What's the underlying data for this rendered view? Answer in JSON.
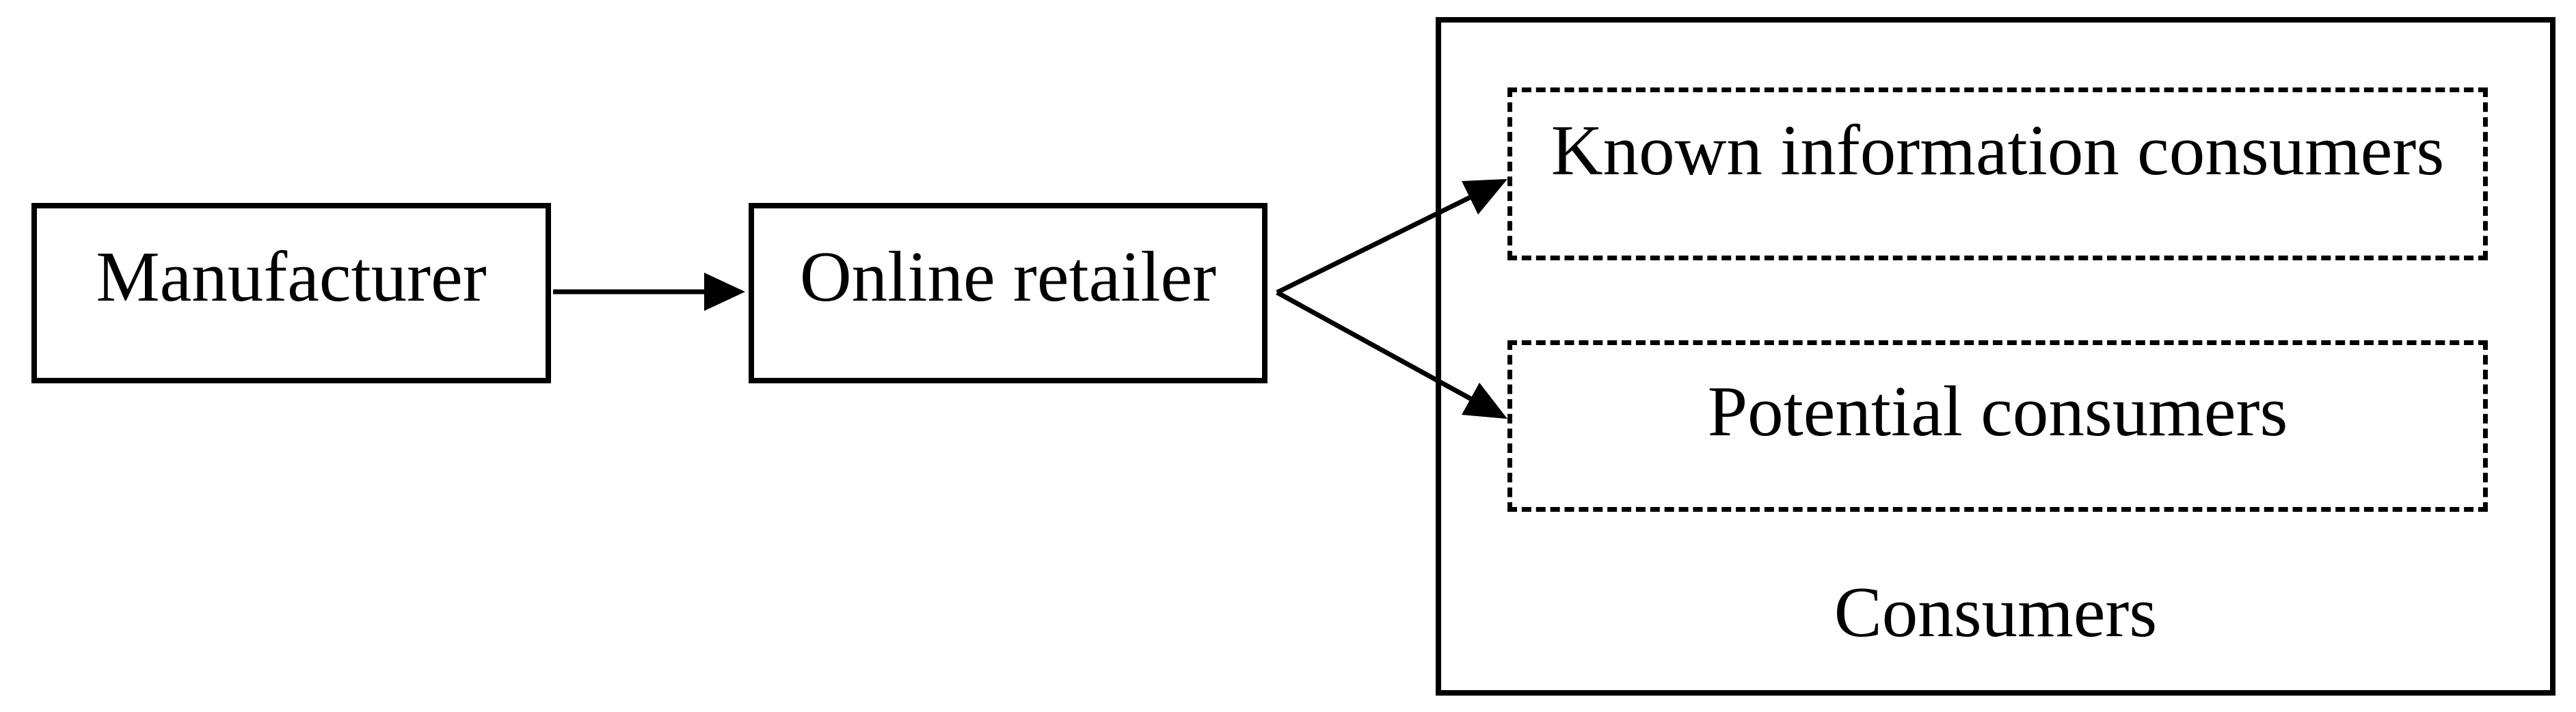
{
  "diagram": {
    "nodes": {
      "manufacturer": {
        "label": "Manufacturer",
        "shape": "rectangle-solid"
      },
      "online_retailer": {
        "label": "Online retailer",
        "shape": "rectangle-solid"
      },
      "known_information_consumers": {
        "label": "Known information consumers",
        "shape": "rectangle-dashed"
      },
      "potential_consumers": {
        "label": "Potential consumers",
        "shape": "rectangle-dashed"
      },
      "consumers_group": {
        "label": "Consumers",
        "shape": "rectangle-solid-container"
      }
    },
    "edges": [
      {
        "from": "Manufacturer",
        "to": "Online retailer",
        "style": "solid-arrow"
      },
      {
        "from": "Online retailer",
        "to": "Known information consumers",
        "style": "solid-arrow"
      },
      {
        "from": "Online retailer",
        "to": "Potential consumers",
        "style": "solid-arrow"
      }
    ],
    "colors": {
      "background": "#ffffff",
      "line": "#000000",
      "text": "#000000"
    }
  }
}
